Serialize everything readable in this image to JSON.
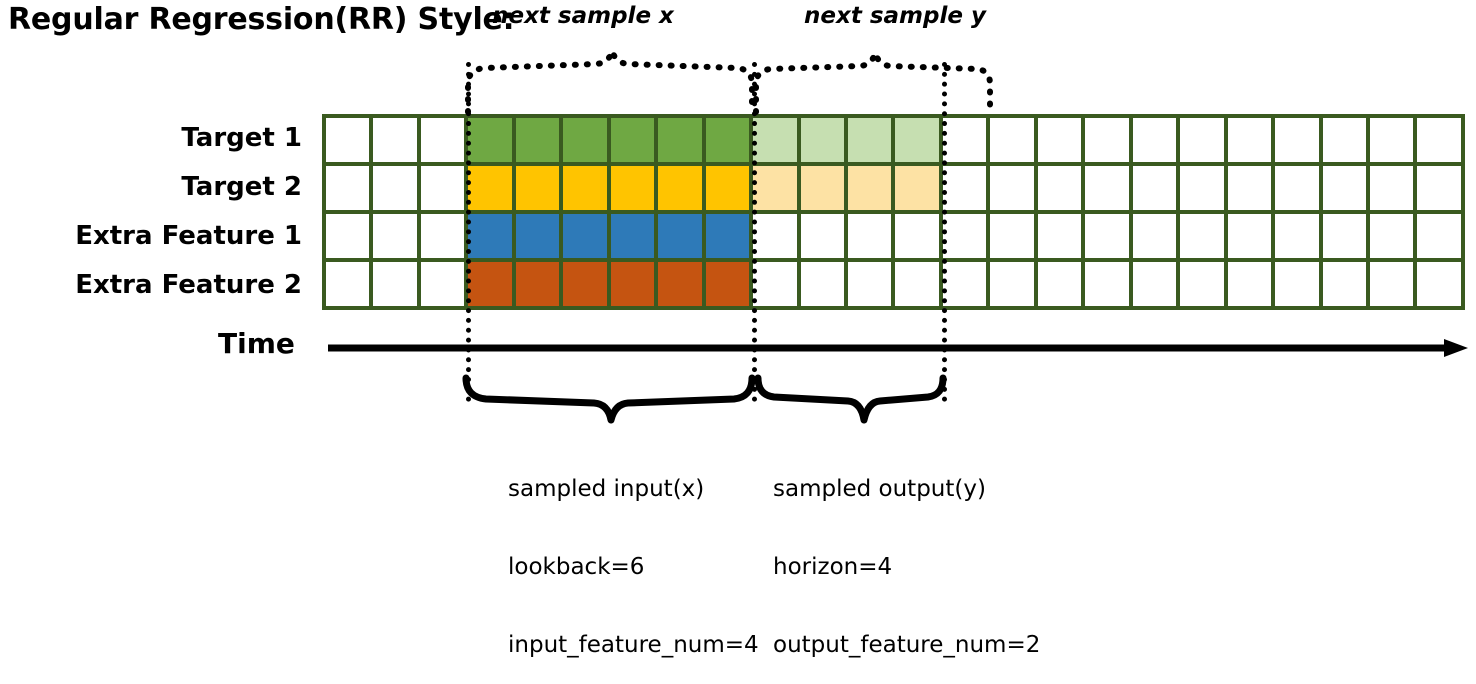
{
  "title": "Regular Regression(RR) Style:",
  "rows": [
    {
      "label": "Target 1",
      "color_key": "green",
      "light_key": "green_light"
    },
    {
      "label": "Target 2",
      "color_key": "yellow",
      "light_key": "yellow_light"
    },
    {
      "label": "Extra Feature 1",
      "color_key": "blue",
      "light_key": null
    },
    {
      "label": "Extra Feature 2",
      "color_key": "orange",
      "light_key": null
    }
  ],
  "colors": {
    "grid_border": "#3a5a20",
    "empty": "#ffffff",
    "green": "#6fa843",
    "green_light": "#c6dfb1",
    "yellow": "#ffc400",
    "yellow_light": "#fde2a4",
    "blue": "#2e7ab8",
    "orange": "#c55411"
  },
  "grid": {
    "total_columns": 24,
    "lead_empty_columns": 3,
    "input_columns": 6,
    "output_columns": 4,
    "trailing_empty_columns": 11
  },
  "top_braces": [
    {
      "label": "next sample x",
      "span": "input"
    },
    {
      "label": "next sample y",
      "span": "output"
    }
  ],
  "bottom_braces": [
    {
      "line1": "sampled input(x)",
      "line2": "lookback=6",
      "line3": "input_feature_num=4"
    },
    {
      "line1": "sampled output(y)",
      "line2": "horizon=4",
      "line3": "output_feature_num=2"
    }
  ],
  "time_axis": {
    "label": "Time"
  }
}
